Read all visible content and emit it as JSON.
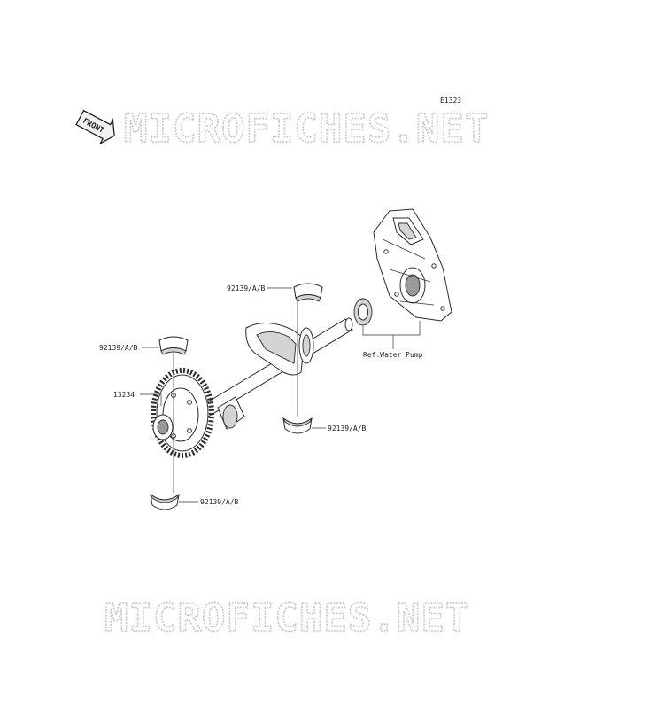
{
  "diagram_code": "E1323",
  "watermark": {
    "text": "MICROFICHES.NET"
  },
  "front_arrow": {
    "label": "FRONT"
  },
  "callouts": {
    "bearing_top_right": "92139/A/B",
    "bearing_top_left": "92139/A/B",
    "gear": "13234",
    "bearing_lower_right": "92139/A/B",
    "bearing_bottom": "92139/A/B",
    "reference": "Ref.Water Pump"
  }
}
